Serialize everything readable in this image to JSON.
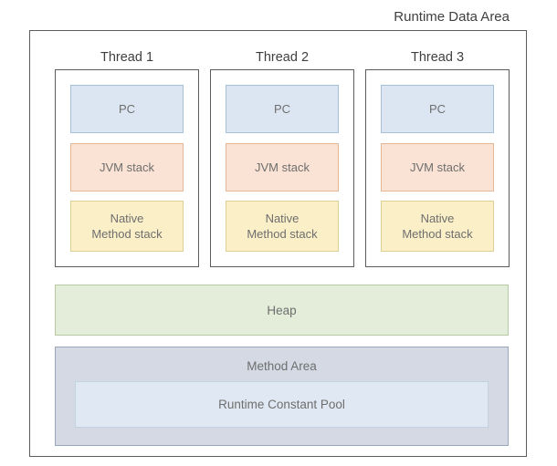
{
  "diagram": {
    "title": "Runtime Data Area",
    "type": "block-diagram",
    "threads": [
      {
        "label": "Thread 1",
        "blocks": [
          {
            "name": "pc",
            "label": "PC",
            "color": "#dce6f2"
          },
          {
            "name": "jvm-stack",
            "label": "JVM stack",
            "color": "#fae3d4"
          },
          {
            "name": "native-method-stack",
            "label_line1": "Native",
            "label_line2": "Method stack",
            "color": "#fbefc8"
          }
        ]
      },
      {
        "label": "Thread 2",
        "blocks": [
          {
            "name": "pc",
            "label": "PC",
            "color": "#dce6f2"
          },
          {
            "name": "jvm-stack",
            "label": "JVM stack",
            "color": "#fae3d4"
          },
          {
            "name": "native-method-stack",
            "label_line1": "Native",
            "label_line2": "Method stack",
            "color": "#fbefc8"
          }
        ]
      },
      {
        "label": "Thread 3",
        "blocks": [
          {
            "name": "pc",
            "label": "PC",
            "color": "#dce6f2"
          },
          {
            "name": "jvm-stack",
            "label": "JVM stack",
            "color": "#fae3d4"
          },
          {
            "name": "native-method-stack",
            "label_line1": "Native",
            "label_line2": "Method stack",
            "color": "#fbefc8"
          }
        ]
      }
    ],
    "shared": {
      "heap": {
        "label": "Heap",
        "color": "#e4edda"
      },
      "method_area": {
        "label": "Method Area",
        "color": "#d4d9e4",
        "constant_pool": {
          "label": "Runtime Constant Pool",
          "color": "#dfe8f3"
        }
      }
    },
    "colors": {
      "frame_border": "#5c5c5c",
      "text": "#6e6e6e",
      "title_text": "#3f3f3f"
    }
  }
}
